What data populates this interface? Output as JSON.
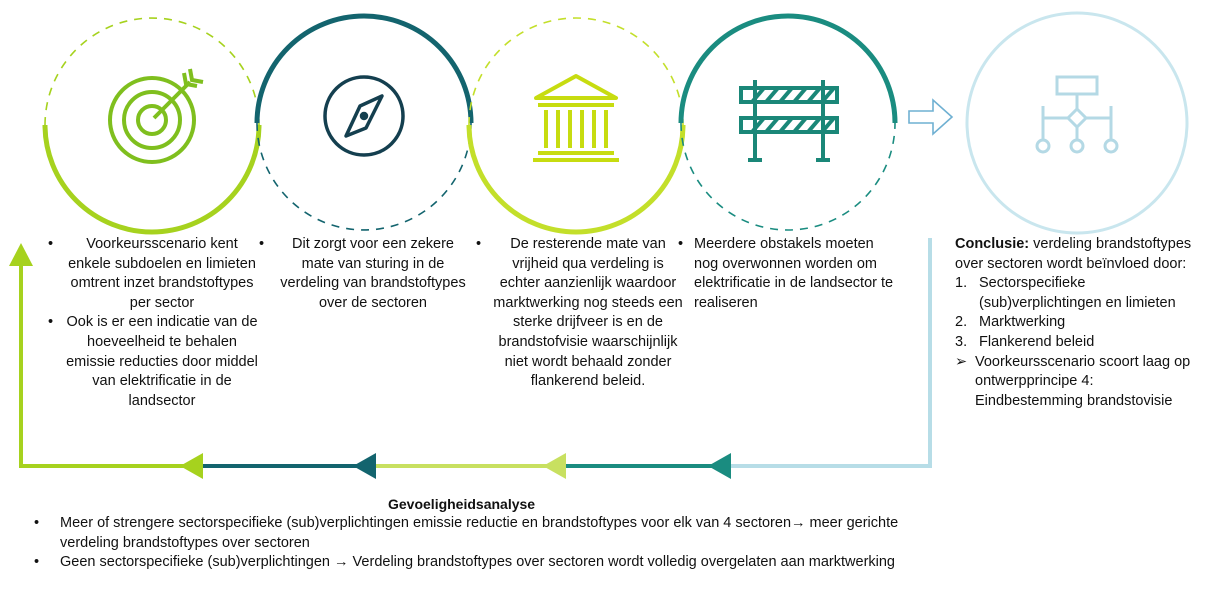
{
  "steps": [
    {
      "icon": "target-icon",
      "bullets": [
        "Voorkeursscenario kent enkele subdoelen en limieten omtrent inzet brandstoftypes per sector",
        "Ook is er een indicatie van de hoeveelheid te behalen emissie reducties door middel van elektrificatie in de landsector"
      ]
    },
    {
      "icon": "compass-icon",
      "bullets": [
        "Dit zorgt voor een zekere mate van sturing in de verdeling van brandstoftypes over de sectoren"
      ]
    },
    {
      "icon": "government-building-icon",
      "bullets": [
        "De resterende mate van vrijheid qua verdeling is echter aanzienlijk waardoor marktwerking nog steeds een sterke drijfveer is en de brandstofvisie waarschijnlijk niet wordt behaald zonder flankerend beleid."
      ]
    },
    {
      "icon": "barrier-icon",
      "bullets": [
        "Meerdere obstakels moeten nog overwonnen worden om elektrificatie in de landsector te realiseren"
      ]
    }
  ],
  "conclusion": {
    "icon": "flowchart-icon",
    "lead_bold": "Conclusie:",
    "lead_rest": " verdeling brandstoftypes over sectoren wordt beïnvloed door:",
    "items": [
      {
        "num": "1.",
        "text": "Sectorspecifieke (sub)verplichtingen en limieten"
      },
      {
        "num": "2.",
        "text": "Marktwerking"
      },
      {
        "num": "3.",
        "text": "Flankerend beleid"
      }
    ],
    "arrow_item": {
      "bullet": "➢",
      "text": "Voorkeursscenario scoort laag op ontwerpprincipe 4: Eindbestemming brandstovisie"
    }
  },
  "sensitivity": {
    "title": "Gevoeligheidsanalyse",
    "bullets": [
      "Meer of strengere sectorspecifieke (sub)verplichtingen emissie reductie en brandstoftypes voor elk van 4 sectoren→ meer gerichte verdeling brandstoftypes over sectoren",
      "Geen sectorspecifieke (sub)verplichtingen → Verdeling brandstoftypes over sectoren wordt volledig overgelaten aan marktwerking"
    ]
  },
  "bullet_char": "•",
  "colors": {
    "lime": "#a6d21e",
    "lime_light": "#c8e060",
    "petrol": "#13646e",
    "teal": "#1a8c80",
    "light_blue": "#b7dde7",
    "icon_lime": "#7fbf1e",
    "icon_navy": "#143f4f",
    "icon_gold": "#c7dc10",
    "icon_teal": "#1a8778"
  }
}
